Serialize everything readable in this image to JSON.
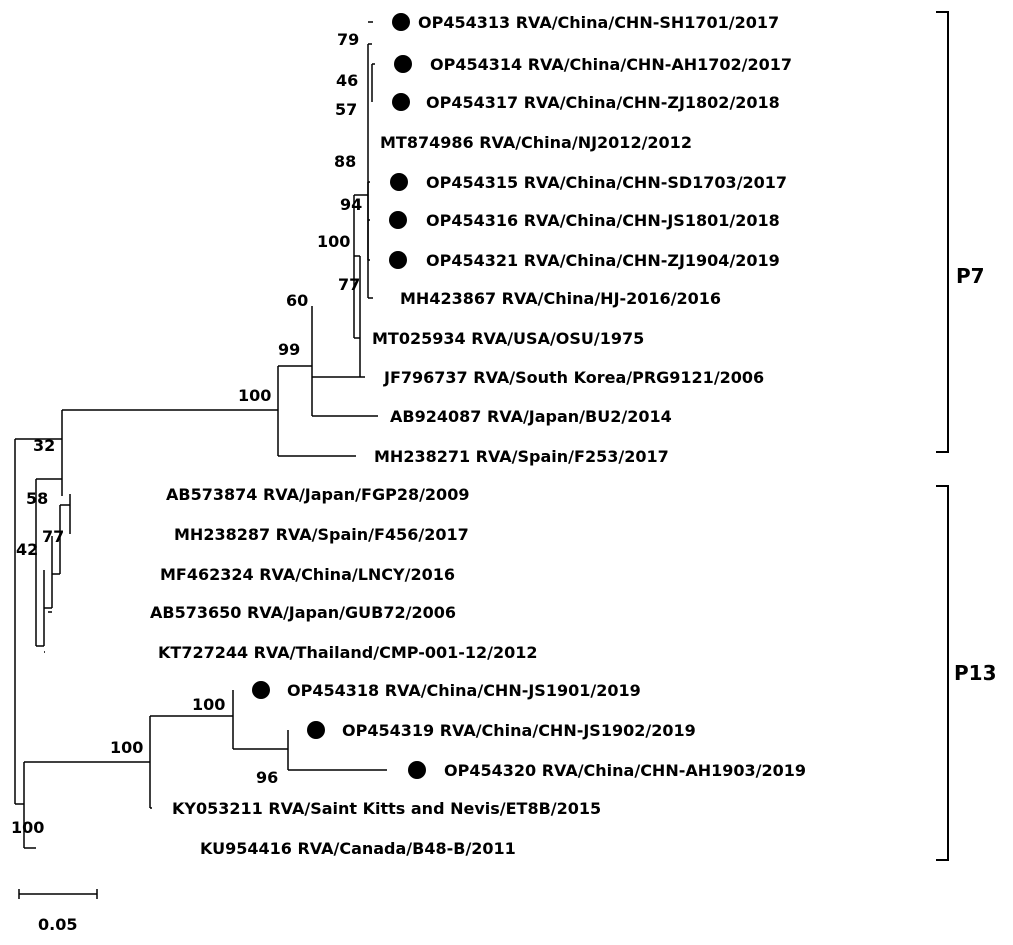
{
  "leaves": [
    {
      "label": "OP454313 RVA/China/CHN-SH1701/2017",
      "marked": true
    },
    {
      "label": "OP454314 RVA/China/CHN-AH1702/2017",
      "marked": true
    },
    {
      "label": "OP454317 RVA/China/CHN-ZJ1802/2018",
      "marked": true
    },
    {
      "label": "MT874986 RVA/China/NJ2012/2012",
      "marked": false
    },
    {
      "label": "OP454315 RVA/China/CHN-SD1703/2017",
      "marked": true
    },
    {
      "label": "OP454316 RVA/China/CHN-JS1801/2018",
      "marked": true
    },
    {
      "label": "OP454321 RVA/China/CHN-ZJ1904/2019",
      "marked": true
    },
    {
      "label": "MH423867 RVA/China/HJ-2016/2016",
      "marked": false
    },
    {
      "label": "MT025934 RVA/USA/OSU/1975",
      "marked": false
    },
    {
      "label": "JF796737 RVA/South Korea/PRG9121/2006",
      "marked": false
    },
    {
      "label": "AB924087 RVA/Japan/BU2/2014",
      "marked": false
    },
    {
      "label": "MH238271 RVA/Spain/F253/2017",
      "marked": false
    },
    {
      "label": "AB573874 RVA/Japan/FGP28/2009",
      "marked": false
    },
    {
      "label": "MH238287 RVA/Spain/F456/2017",
      "marked": false
    },
    {
      "label": "MF462324 RVA/China/LNCY/2016",
      "marked": false
    },
    {
      "label": "AB573650 RVA/Japan/GUB72/2006",
      "marked": false
    },
    {
      "label": "KT727244 RVA/Thailand/CMP-001-12/2012",
      "marked": false
    },
    {
      "label": "OP454318 RVA/China/CHN-JS1901/2019",
      "marked": true
    },
    {
      "label": "OP454319 RVA/China/CHN-JS1902/2019",
      "marked": true
    },
    {
      "label": "OP454320 RVA/China/CHN-AH1903/2019",
      "marked": true
    },
    {
      "label": "KY053211 RVA/Saint Kitts and Nevis/ET8B/2015",
      "marked": false
    },
    {
      "label": "KU954416 RVA/Canada/B48-B/2011",
      "marked": false
    }
  ],
  "support_values": [
    "79",
    "46",
    "57",
    "88",
    "94",
    "100",
    "77",
    "60",
    "99",
    "100",
    "32",
    "58",
    "77",
    "42",
    "100",
    "100",
    "96",
    "100"
  ],
  "clades": [
    {
      "label": "P7"
    },
    {
      "label": "P13"
    }
  ],
  "scale_bar": {
    "label": "0.05",
    "value": 0.05
  }
}
